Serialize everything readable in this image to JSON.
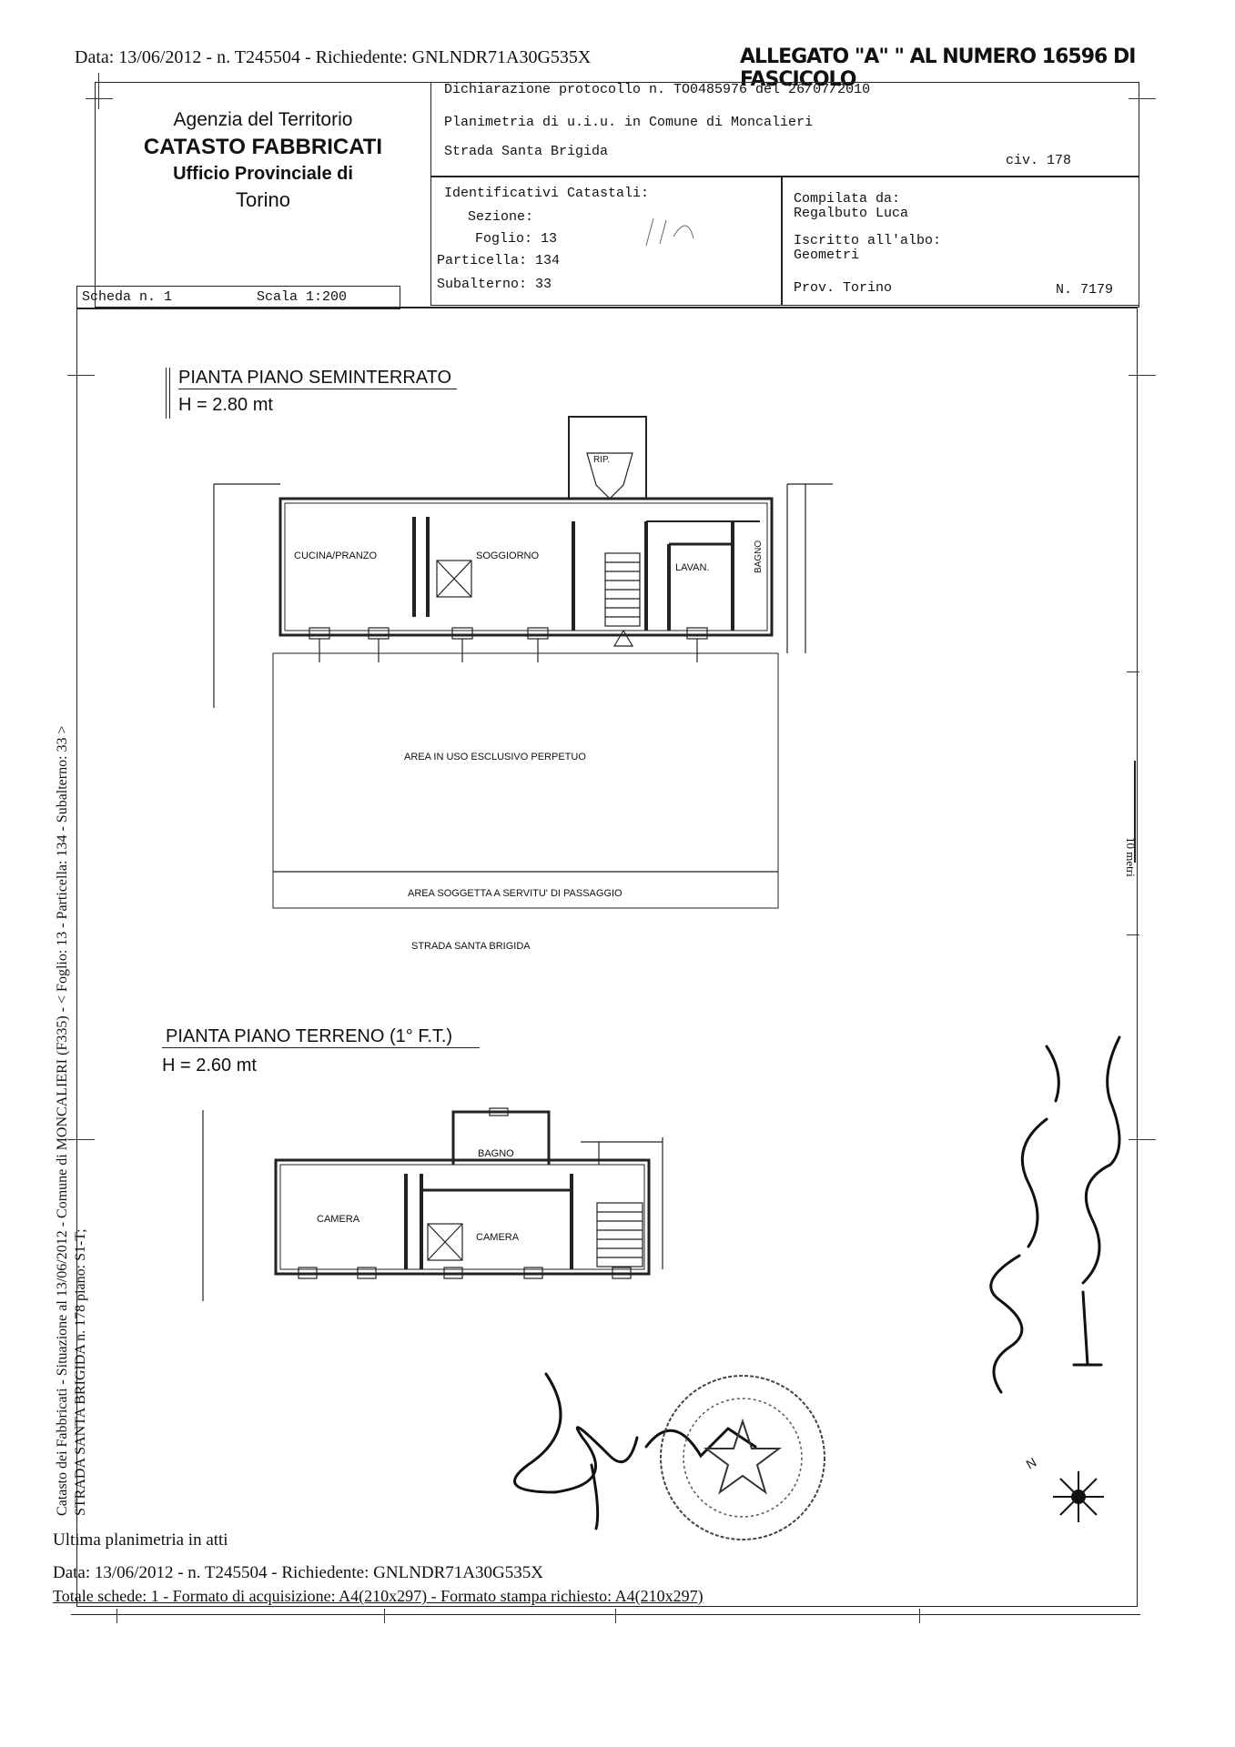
{
  "header": {
    "top_line": "Data: 13/06/2012 - n. T245504 - Richiedente: GNLNDR71A30G535X",
    "allegato": "ALLEGATO \"A\" \" AL NUMERO 16596 DI FASCICOLO"
  },
  "agency": {
    "line1": "Agenzia del Territorio",
    "line2": "CATASTO FABBRICATI",
    "line3": "Ufficio Provinciale di",
    "line4": "Torino"
  },
  "declaration": {
    "protocol": "Dichiarazione protocollo n. TO0485976 del 26/07/2010",
    "planimetry": "Planimetria di u.i.u. in Comune di Moncalieri",
    "street": "Strada Santa Brigida",
    "civ": "civ. 178"
  },
  "identifiers": {
    "title": "Identificativi Catastali:",
    "sezione": "Sezione:",
    "foglio": "Foglio: 13",
    "particella": "Particella: 134",
    "subalterno": "Subalterno: 33"
  },
  "compiled": {
    "title": "Compilata da:",
    "name": "Regalbuto Luca",
    "iscritto": "Iscritto all'albo:",
    "albo": "Geometri",
    "prov": "Prov. Torino",
    "number": "N. 7179"
  },
  "scheda": {
    "scheda": "Scheda n. 1",
    "scala": "Scala 1:200"
  },
  "plan1": {
    "title": "PIANTA PIANO SEMINTERRATO",
    "height": "H = 2.80 mt",
    "rooms": {
      "rip": "RIP.",
      "cucina": "CUCINA/PRANZO",
      "soggiorno": "SOGGIORNO",
      "lavan": "LAVAN.",
      "bagno": "BAGNO",
      "area": "AREA IN USO ESCLUSIVO PERPETUO",
      "servitu": "AREA SOGGETTA A SERVITU' DI PASSAGGIO"
    },
    "street": "STRADA SANTA BRIGIDA"
  },
  "plan2": {
    "title": "PIANTA PIANO TERRENO (1° F.T.)",
    "height": "H = 2.60 mt",
    "rooms": {
      "bagno": "BAGNO",
      "camera1": "CAMERA",
      "camera2": "CAMERA"
    }
  },
  "scale_mark": "10 metri",
  "side_text": {
    "line1": "Catasto dei Fabbricati - Situazione al 13/06/2012 - Comune di MONCALIERI (F335) - < Foglio: 13 - Particella: 134 - Subalterno: 33 >",
    "line2": "STRADA SANTA BRIGIDA n. 178 piano: S1-T;"
  },
  "footer": {
    "ultima": "Ultima planimetria in atti",
    "data": "Data: 13/06/2012 - n. T245504 - Richiedente: GNLNDR71A30G535X",
    "totale": "Totale schede: 1 - Formato di acquisizione: A4(210x297) - Formato stampa richiesto: A4(210x297)"
  },
  "north": "N"
}
